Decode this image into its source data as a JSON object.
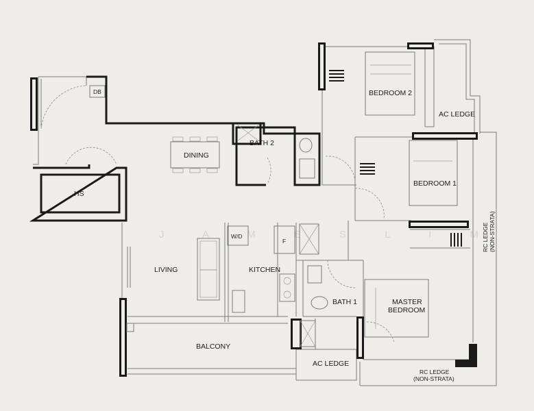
{
  "watermark": "J A M E S  L I M",
  "rooms": {
    "bedroom2": "BEDROOM 2",
    "bedroom1": "BEDROOM 1",
    "ac_ledge_top": "AC LEDGE",
    "bath2": "BATH 2",
    "dining": "DINING",
    "db": "DB",
    "hs": "HS",
    "wd": "W/D",
    "fridge": "F",
    "living": "LIVING",
    "kitchen": "KITCHEN",
    "bath1": "BATH 1",
    "master_bedroom_1": "MASTER",
    "master_bedroom_2": "BEDROOM",
    "balcony": "BALCONY",
    "ac_ledge_bottom": "AC LEDGE",
    "rc_ledge_bottom_1": "RC LEDGE",
    "rc_ledge_bottom_2": "(NON-STRATA)",
    "rc_ledge_side_1": "RC LEDGE",
    "rc_ledge_side_2": "(NON-STRATA)"
  }
}
